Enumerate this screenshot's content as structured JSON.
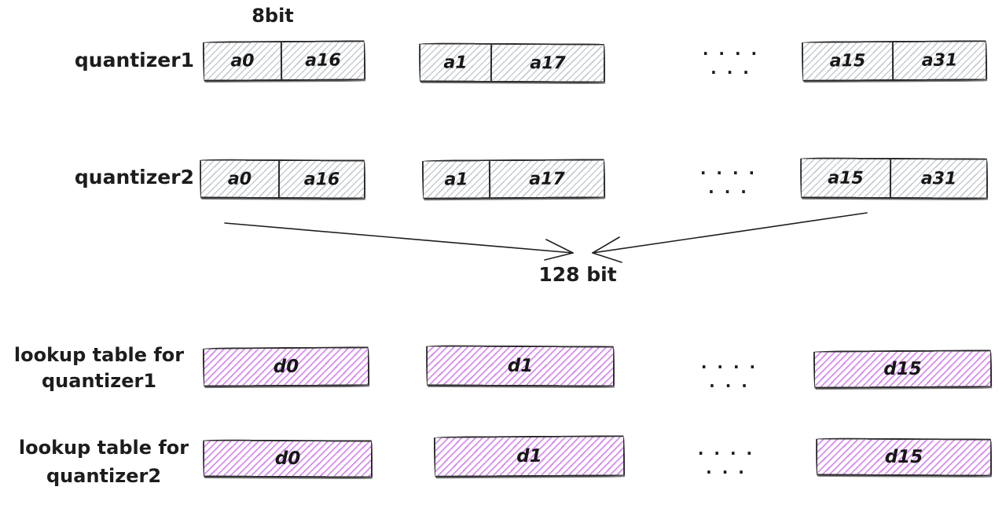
{
  "diagram": {
    "title_8bit": "8bit",
    "title_128bit": "128 bit",
    "ellipsis": "· · · · · · ·",
    "colors": {
      "gray_hatch": "#c6ccd2",
      "purple_hatch": "#d98df2",
      "stroke": "#2a2a2a",
      "text": "#1d1d1d"
    },
    "quantizer_rows": [
      {
        "label": "quantizer1",
        "boxes": [
          [
            "a0",
            "a16"
          ],
          [
            "a1",
            "a17"
          ],
          [
            "a15",
            "a31"
          ]
        ]
      },
      {
        "label": "quantizer2",
        "boxes": [
          [
            "a0",
            "a16"
          ],
          [
            "a1",
            "a17"
          ],
          [
            "a15",
            "a31"
          ]
        ]
      }
    ],
    "lookup_rows": [
      {
        "label_line1": "lookup table for",
        "label_line2": "quantizer1",
        "boxes": [
          "d0",
          "d1",
          "d15"
        ]
      },
      {
        "label_line1": "lookup table for",
        "label_line2": "quantizer2",
        "boxes": [
          "d0",
          "d1",
          "d15"
        ]
      }
    ]
  }
}
